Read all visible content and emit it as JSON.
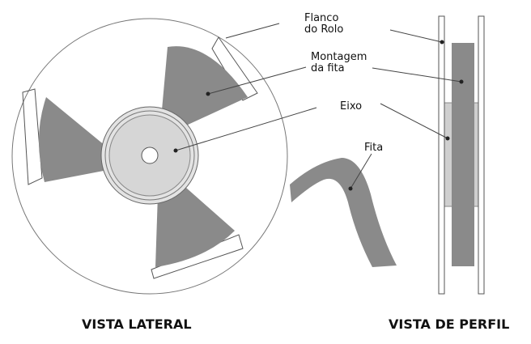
{
  "labels": {
    "flange_line1": "Flanco",
    "flange_line2": "do Rolo",
    "mount_line1": "Montagem",
    "mount_line2": "da fita",
    "hub": "Eixo",
    "tape": "Fita"
  },
  "captions": {
    "side_view": "VISTA LATERAL",
    "profile_view": "VISTA DE PERFIL"
  },
  "colors": {
    "tape": "#8a8a8a",
    "hub": "#d6d6d6",
    "outline": "#555555",
    "background": "#ffffff"
  }
}
